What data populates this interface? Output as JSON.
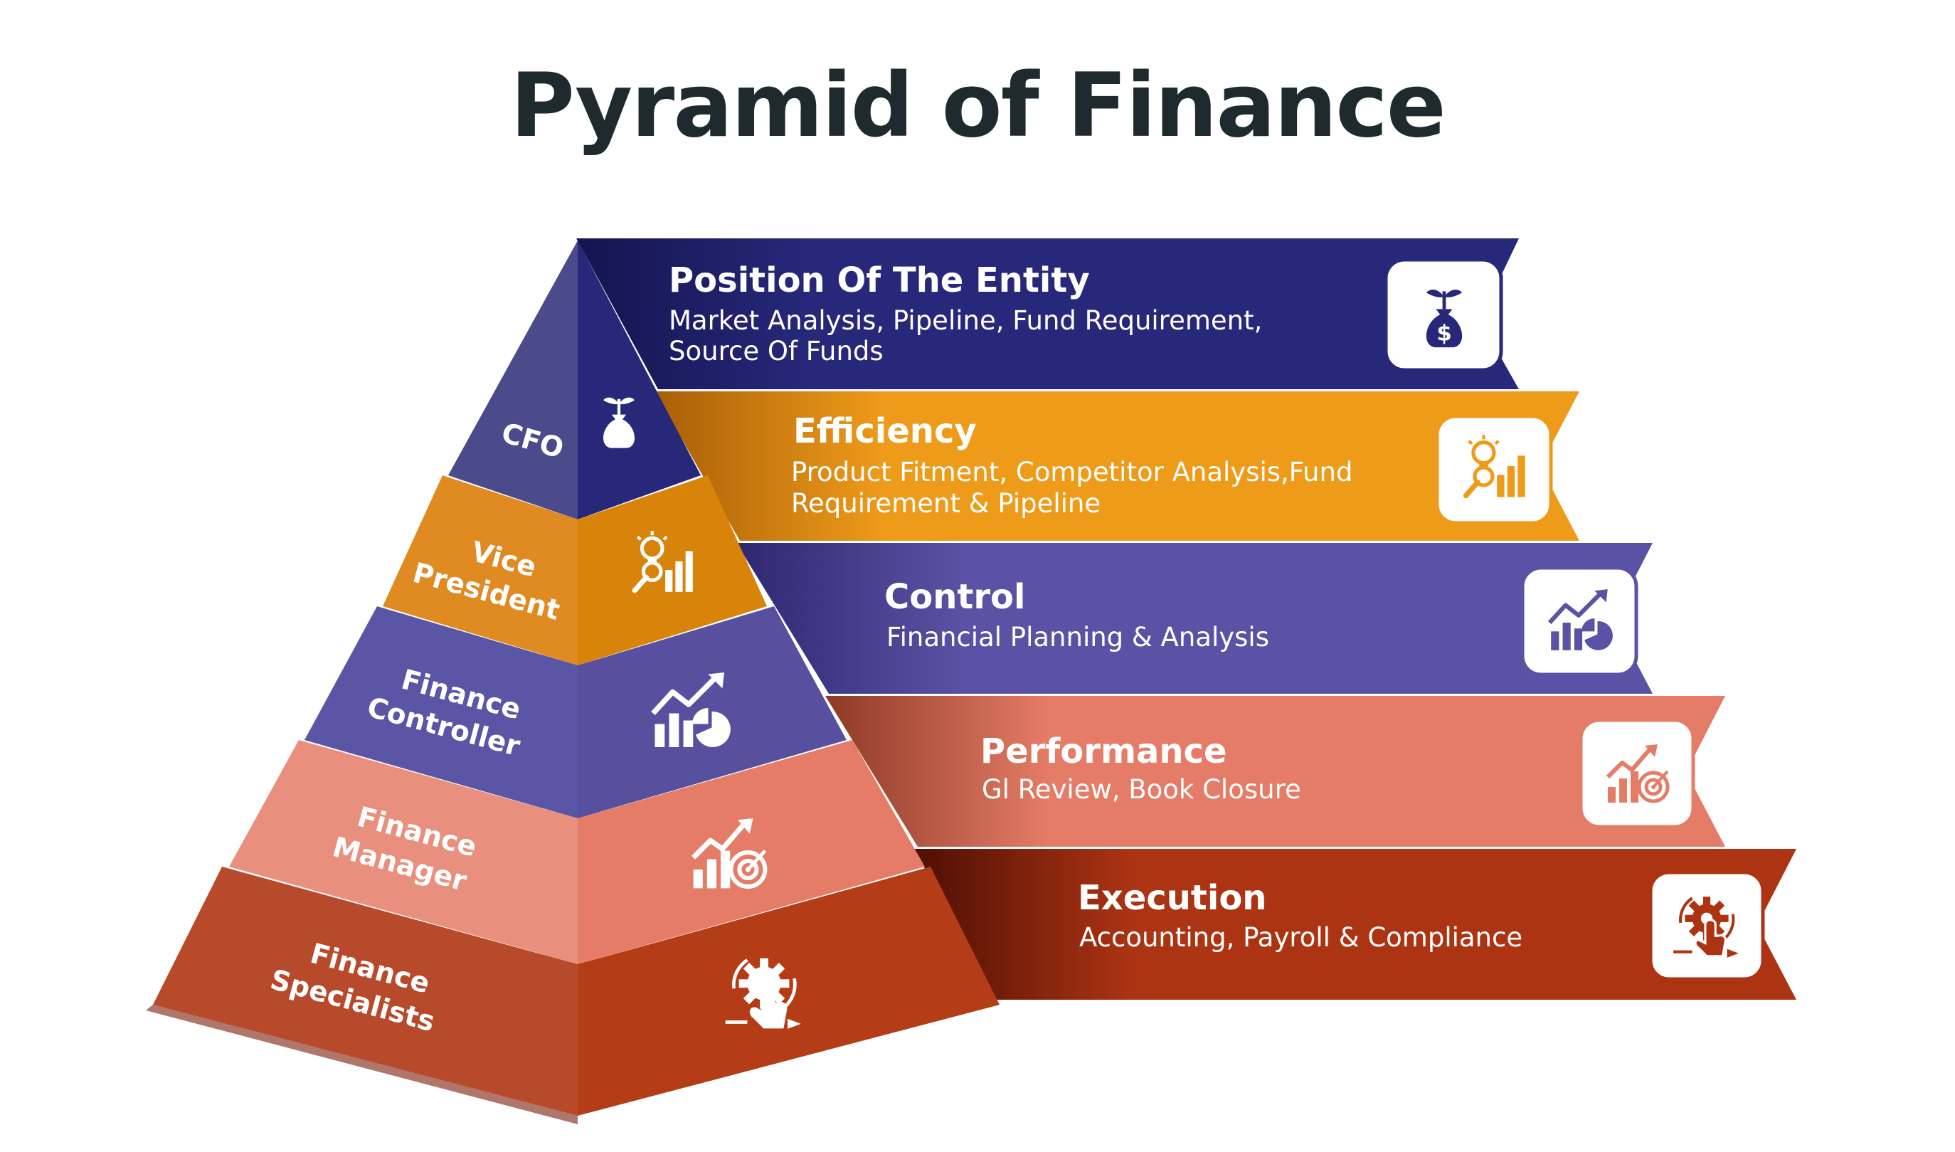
{
  "title": "Pyramid of Finance",
  "colors": {
    "navy": "#27287a",
    "orange": "#ef9b1a",
    "purple": "#5a53a5",
    "salmon": "#e57c67",
    "rust": "#ad3413",
    "title_text": "#1f2a2e"
  },
  "levels": [
    {
      "role": "CFO",
      "icon": "money-bag-plant-icon",
      "band": {
        "title": "Position Of The Entity",
        "description_lines": [
          "Market Analysis, Pipeline, Fund Requirement,",
          "Source Of Funds"
        ]
      }
    },
    {
      "role": "Vice President",
      "role_lines": [
        "Vice",
        "President"
      ],
      "icon": "lightbulb-chart-icon",
      "band": {
        "title": "Efficiency",
        "description_lines": [
          "Product Fitment, Competitor Analysis,Fund",
          "Requirement & Pipeline"
        ]
      }
    },
    {
      "role": "Finance Controller",
      "role_lines": [
        "Finance",
        "Controller"
      ],
      "icon": "growth-chart-pie-icon",
      "band": {
        "title": "Control",
        "description_lines": [
          "Financial Planning & Analysis"
        ]
      }
    },
    {
      "role": "Finance Manager",
      "role_lines": [
        "Finance",
        "Manager"
      ],
      "icon": "chart-target-icon",
      "band": {
        "title": "Performance",
        "description_lines": [
          "Gl Review, Book Closure"
        ]
      }
    },
    {
      "role": "Finance Specialists",
      "role_lines": [
        "Finance",
        "Specialists"
      ],
      "icon": "gear-hand-icon",
      "band": {
        "title": "Execution",
        "description_lines": [
          "Accounting, Payroll & Compliance"
        ]
      }
    }
  ]
}
